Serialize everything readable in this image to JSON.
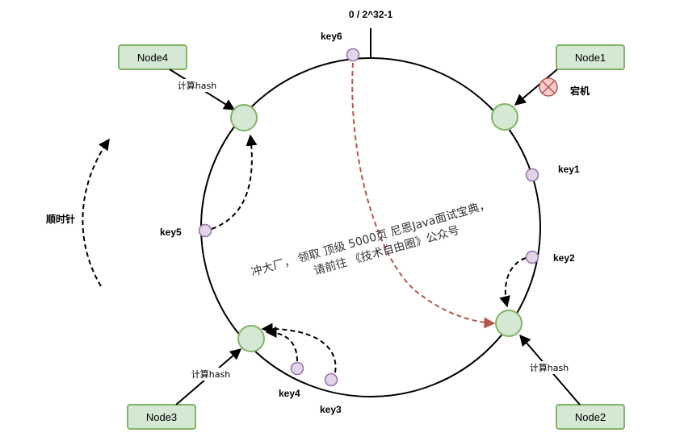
{
  "ring": {
    "top_label": "0 / 2^32-1"
  },
  "nodes": [
    {
      "id": "node1",
      "label": "Node1"
    },
    {
      "id": "node2",
      "label": "Node2"
    },
    {
      "id": "node3",
      "label": "Node3"
    },
    {
      "id": "node4",
      "label": "Node4"
    }
  ],
  "keys": [
    {
      "id": "key1",
      "label": "key1"
    },
    {
      "id": "key2",
      "label": "key2"
    },
    {
      "id": "key3",
      "label": "key3"
    },
    {
      "id": "key4",
      "label": "key4"
    },
    {
      "id": "key5",
      "label": "key5"
    },
    {
      "id": "key6",
      "label": "key6"
    }
  ],
  "annotations": {
    "hash_label": "计算hash",
    "down_label": "宕机",
    "direction_label": "顺时针",
    "watermark_line1": "冲大厂， 领取 顶级  5000页 尼恩Java面试宝典，",
    "watermark_line2": "请前往 《技术自由圈》公众号"
  },
  "colors": {
    "node_fill": "#d5e8d4",
    "node_stroke": "#82b366",
    "key_fill": "#e1d5e7",
    "key_stroke": "#9673a6",
    "failure_fill": "#f8cecc",
    "failure_stroke": "#b85450",
    "migration_arrow": "#b85450"
  }
}
